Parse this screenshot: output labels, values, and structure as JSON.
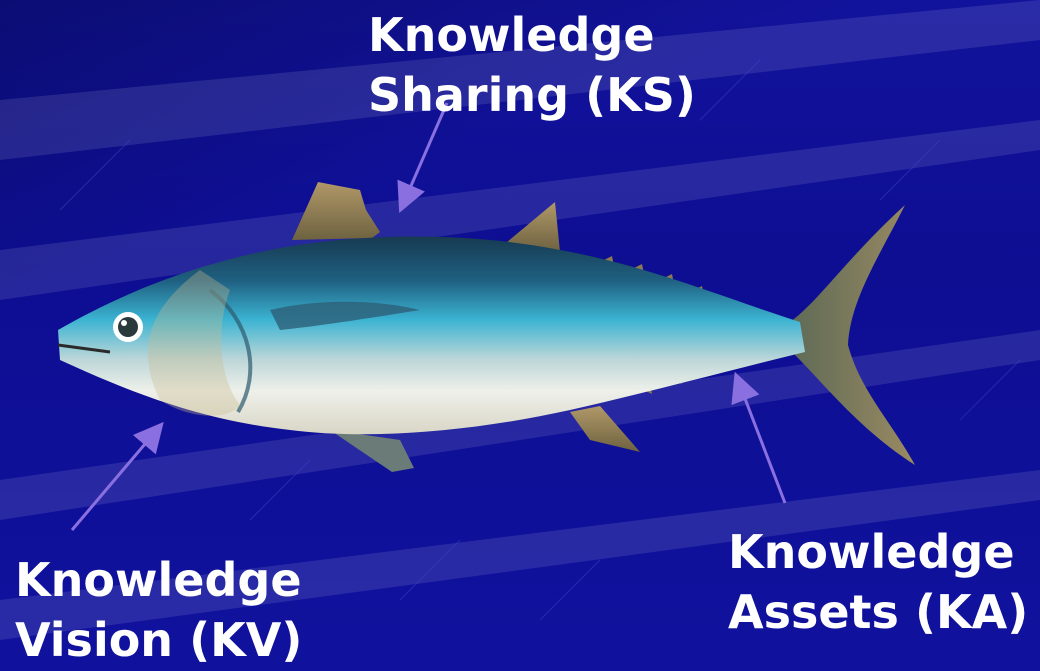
{
  "labels": {
    "knowledge_sharing": {
      "line1": "Knowledge",
      "line2": "Sharing (KS)"
    },
    "knowledge_vision": {
      "line1": "Knowledge",
      "line2": "Vision (KV)"
    },
    "knowledge_assets": {
      "line1": "Knowledge",
      "line2": "Assets (KA)"
    }
  },
  "colors": {
    "background": "#0e0f9a",
    "text": "#ffffff",
    "arrow": "#8a6fe0",
    "fish_back": "#1b3f5a",
    "fish_blue": "#36a6c8",
    "fish_belly": "#eef0ea",
    "fins": "#8e7a52"
  },
  "icons": {
    "fish": "tuna-fish-illustration",
    "arrow": "arrow-pointer"
  }
}
